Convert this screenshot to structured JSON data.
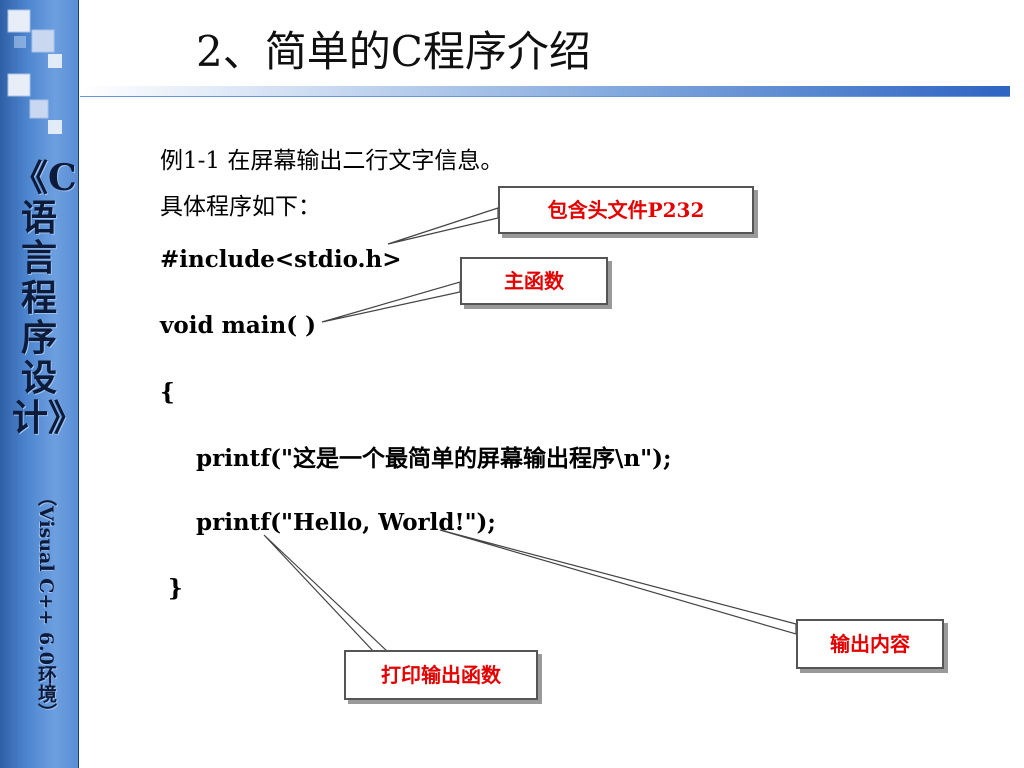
{
  "sidebar": {
    "title": "《C语言程序设计》",
    "subtitle": "（Visual C++ 6.0环境）"
  },
  "slide": {
    "title": "2、简单的C程序介绍"
  },
  "content": {
    "example_title": "例1-1 在屏幕输出二行文字信息。",
    "intro": "具体程序如下：",
    "code": [
      "#include<stdio.h>",
      "void main( )",
      "{",
      "printf(\"这是一个最简单的屏幕输出程序\\n\");",
      "printf(\"Hello, World!\");",
      "}"
    ]
  },
  "callouts": {
    "header_file": "包含头文件P232",
    "main_func": "主函数",
    "output_content": "输出内容",
    "print_func": "打印输出函数"
  },
  "colors": {
    "callout_text": "#e40000",
    "sidebar_blue": "#4d86cf",
    "title_bar_blue": "#2d63c2"
  }
}
